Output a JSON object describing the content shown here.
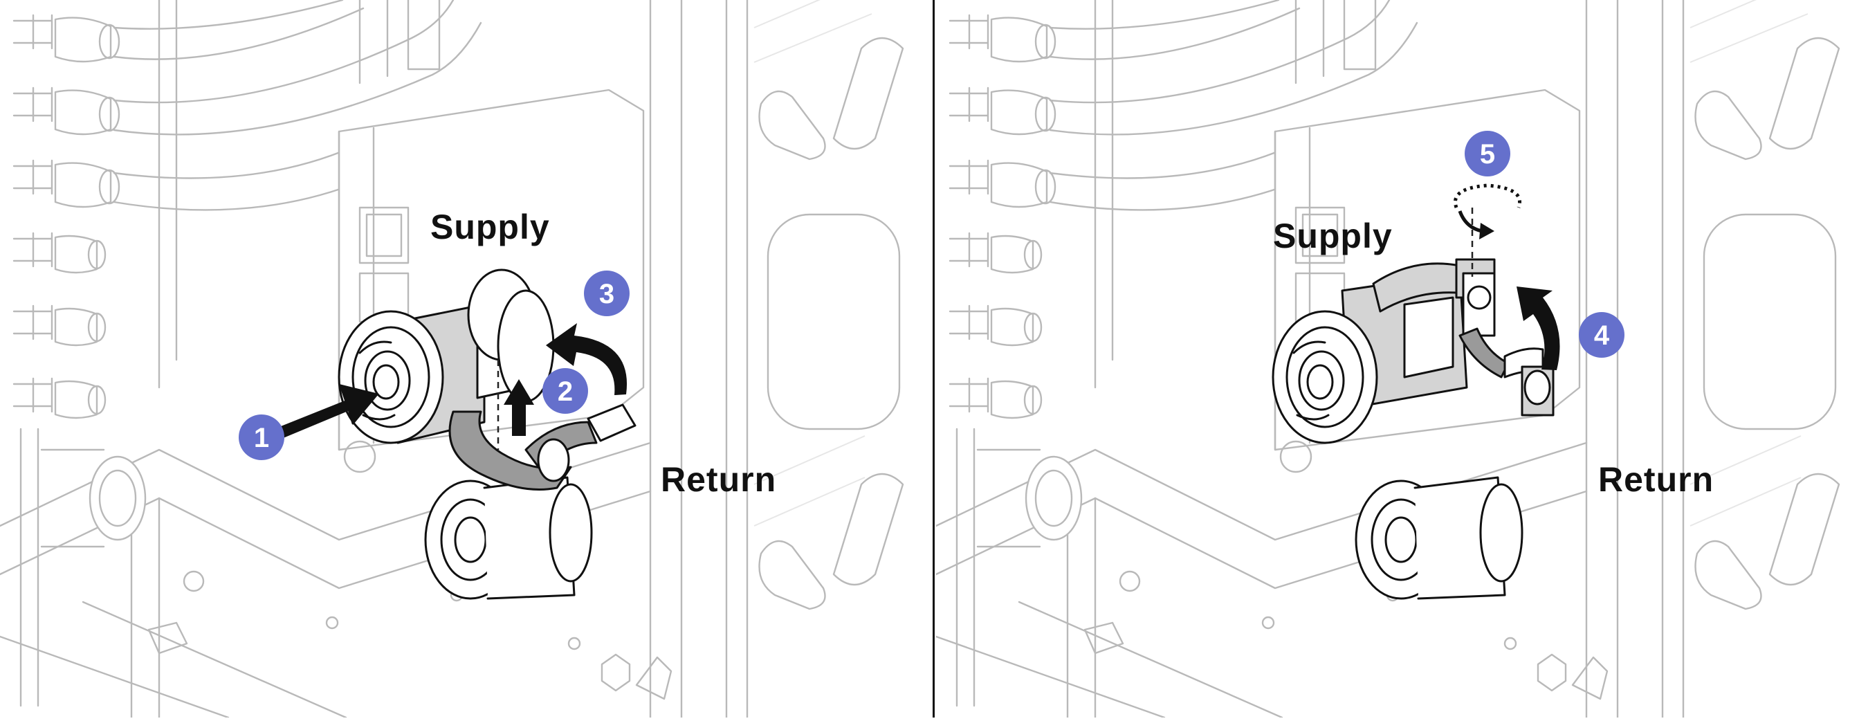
{
  "panels": [
    {
      "supply_label": "Supply",
      "return_label": "Return",
      "steps": [
        "1",
        "2",
        "3"
      ]
    },
    {
      "supply_label": "Supply",
      "return_label": "Return",
      "steps": [
        "4",
        "5"
      ]
    }
  ],
  "colors": {
    "step_badge": "#6570cc",
    "divider": "#111111",
    "line_art": "#b9b9b9",
    "foreground_art": "#111111"
  },
  "icons": [
    "push-arrow-icon",
    "lift-arrow-icon",
    "rotate-arrow-icon",
    "screw-rotate-icon"
  ]
}
